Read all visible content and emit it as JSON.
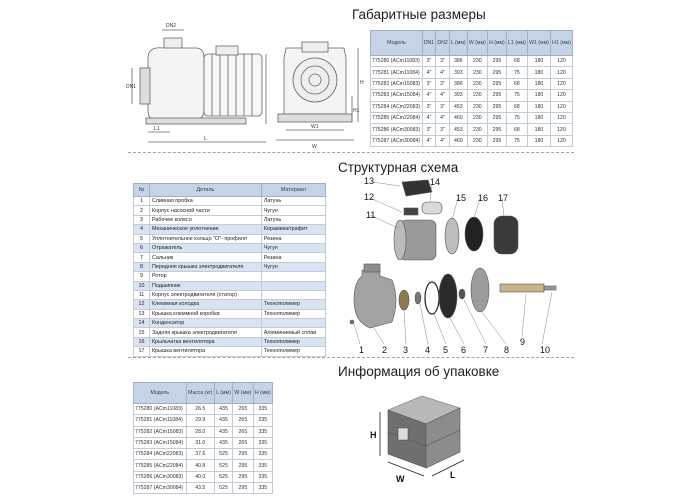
{
  "sections": {
    "dimensions_title": "Габаритные размеры",
    "structure_title": "Структурная схема",
    "packing_title": "Информация об упаковке"
  },
  "dimensions_drawing": {
    "dn2": "DN2",
    "dn1": "DN1",
    "l1": "L1",
    "l": "L",
    "w1": "W1",
    "w": "W",
    "h1": "H1",
    "h": "H"
  },
  "dimensions_table": {
    "headers": [
      "Модель",
      "DN1",
      "DN2",
      "L (мм)",
      "W (мм)",
      "H (мм)",
      "L1 (мм)",
      "W1 (мм)",
      "H1 (мм)"
    ],
    "rows": [
      [
        "775280 (ACm11083)",
        "3\"",
        "3\"",
        "386",
        "230",
        "295",
        "68",
        "180",
        "120"
      ],
      [
        "775281 (ACm11084)",
        "4\"",
        "4\"",
        "393",
        "230",
        "295",
        "75",
        "180",
        "120"
      ],
      [
        "775282 (ACm15083)",
        "3\"",
        "3\"",
        "386",
        "230",
        "295",
        "68",
        "180",
        "120"
      ],
      [
        "775283 (ACm15084)",
        "4\"",
        "4\"",
        "393",
        "230",
        "295",
        "75",
        "180",
        "120"
      ],
      [
        "775284 (ACm22083)",
        "3\"",
        "3\"",
        "453",
        "230",
        "295",
        "68",
        "180",
        "120"
      ],
      [
        "775285 (ACm22084)",
        "4\"",
        "4\"",
        "460",
        "230",
        "295",
        "75",
        "180",
        "120"
      ],
      [
        "775286 (ACm30083)",
        "3\"",
        "3\"",
        "453",
        "230",
        "295",
        "68",
        "180",
        "120"
      ],
      [
        "775287 (ACm30084)",
        "4\"",
        "4\"",
        "460",
        "230",
        "295",
        "75",
        "180",
        "120"
      ]
    ]
  },
  "parts_table": {
    "headers": [
      "№",
      "Деталь",
      "Материал"
    ],
    "rows": [
      [
        "1",
        "Сливная пробка",
        "Латунь"
      ],
      [
        "2",
        "Корпус насосной части",
        "Чугун"
      ],
      [
        "3",
        "Рабочее колесо",
        "Латунь"
      ],
      [
        "4",
        "Механическое уплотнение",
        "Керамика/графит"
      ],
      [
        "5",
        "Уплотнительное кольцо \"O\"- профиля",
        "Резина"
      ],
      [
        "6",
        "Отражатель",
        "Чугун"
      ],
      [
        "7",
        "Сальник",
        "Резина"
      ],
      [
        "8",
        "Передняя крышка электродвигателя",
        "Чугун"
      ],
      [
        "9",
        "Ротор",
        ""
      ],
      [
        "10",
        "Подшипник",
        ""
      ],
      [
        "11",
        "Корпус электродвигателя (статор)",
        ""
      ],
      [
        "12",
        "Клеммная колодка",
        "Технополимер"
      ],
      [
        "13",
        "Крышка клеммной коробки",
        "Технополимер"
      ],
      [
        "14",
        "Конденсатор",
        ""
      ],
      [
        "15",
        "Задняя крышка электродвигателя",
        "Алюминиевый сплав"
      ],
      [
        "16",
        "Крыльчатка вентилятора",
        "Технополимер"
      ],
      [
        "17",
        "Крышка вентилятора",
        "Технополимер"
      ]
    ]
  },
  "callouts": [
    "1",
    "2",
    "3",
    "4",
    "5",
    "6",
    "7",
    "8",
    "9",
    "10",
    "11",
    "12",
    "13",
    "14",
    "15",
    "16",
    "17"
  ],
  "packing_table": {
    "headers": [
      "Модель",
      "Масса (кг)",
      "L (мм)",
      "W (мм)",
      "H (мм)"
    ],
    "rows": [
      [
        "775280 (ACm11083)",
        "26.5",
        "435",
        "265",
        "335"
      ],
      [
        "775281 (ACm11084)",
        "29.9",
        "435",
        "265",
        "335"
      ],
      [
        "775282 (ACm15083)",
        "28.0",
        "435",
        "265",
        "335"
      ],
      [
        "775283 (ACm15084)",
        "31.0",
        "435",
        "265",
        "335"
      ],
      [
        "775284 (ACm22083)",
        "37.6",
        "525",
        "295",
        "335"
      ],
      [
        "775285 (ACm22084)",
        "40.8",
        "525",
        "295",
        "335"
      ],
      [
        "775286 (ACm30083)",
        "40.0",
        "525",
        "295",
        "335"
      ],
      [
        "775287 (ACm30084)",
        "43.5",
        "525",
        "295",
        "335"
      ]
    ]
  },
  "box": {
    "h": "H",
    "w": "W",
    "l": "L"
  },
  "colors": {
    "header_bg": "#c6d3e6",
    "highlight_row": "#d9e3f1",
    "separator": "#9aa4b8"
  }
}
